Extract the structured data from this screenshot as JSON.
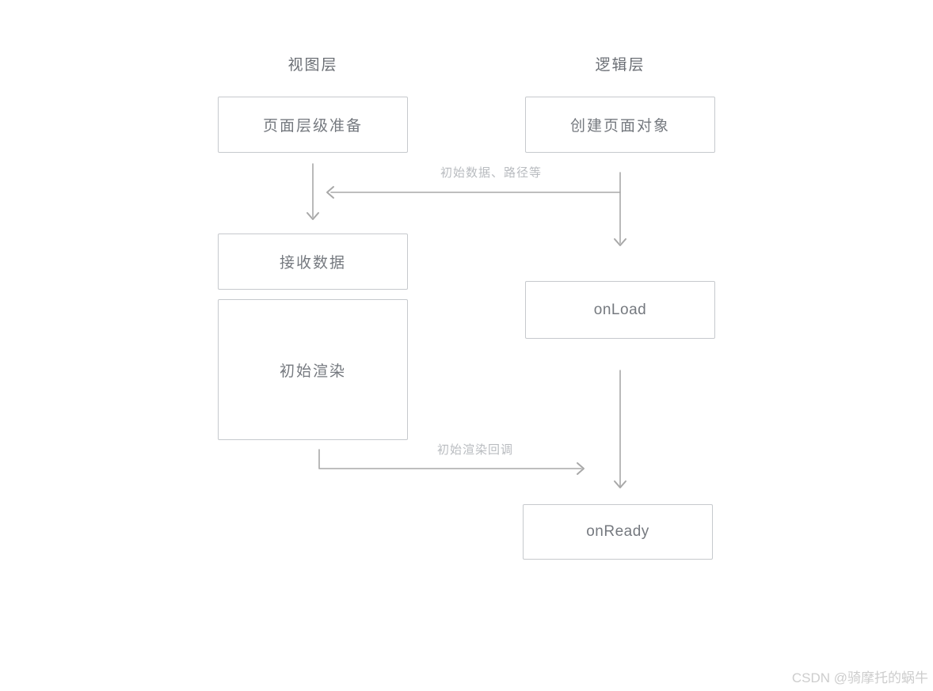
{
  "diagram": {
    "columns": [
      {
        "header": "视图层"
      },
      {
        "header": "逻辑层"
      }
    ],
    "nodes": [
      {
        "label": "页面层级准备"
      },
      {
        "label": "创建页面对象"
      },
      {
        "label": "接收数据"
      },
      {
        "label": "初始渲染"
      },
      {
        "label": "onLoad"
      },
      {
        "label": "onReady"
      }
    ],
    "edges": [
      {
        "from": "页面层级准备",
        "to": "接收数据",
        "label": ""
      },
      {
        "from": "创建页面对象",
        "to": "接收数据",
        "label": "初始数据、路径等"
      },
      {
        "from": "创建页面对象",
        "to": "onLoad",
        "label": ""
      },
      {
        "from": "初始渲染",
        "to": "onReady",
        "label": "初始渲染回调"
      },
      {
        "from": "onLoad",
        "to": "onReady",
        "label": ""
      }
    ],
    "colors": {
      "box_border": "#c6c9cd",
      "box_text": "#75797f",
      "header_text": "#6a6e74",
      "arrow": "#a8a8a8",
      "edge_label_text": "#b9bcc0",
      "background": "#ffffff"
    }
  },
  "watermark": {
    "text": "CSDN @骑摩托的蜗牛",
    "color": "#cdcdcd"
  }
}
